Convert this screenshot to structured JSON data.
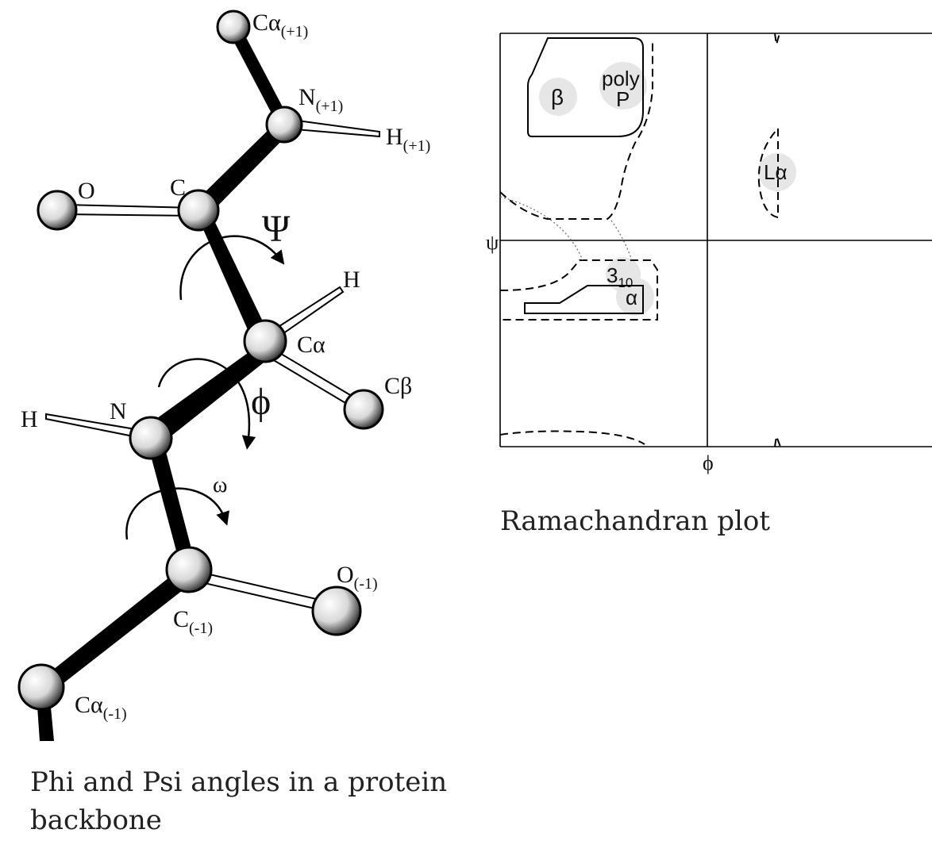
{
  "backbone": {
    "atoms": {
      "ca_next": "Cα",
      "ca_next_sub": "(+1)",
      "n_next": "N",
      "n_next_sub": "(+1)",
      "h_next": "H",
      "h_next_sub": "(+1)",
      "o": "O",
      "c": "C",
      "h_alpha": "H",
      "ca": "Cα",
      "cb": "Cβ",
      "h_n": "H",
      "n": "N",
      "o_prev": "O",
      "o_prev_sub": "(-1)",
      "c_prev": "C",
      "c_prev_sub": "(-1)",
      "ca_prev": "Cα",
      "ca_prev_sub": "(-1)"
    },
    "angles": {
      "psi": "Ψ",
      "phi": "ϕ",
      "omega": "ω"
    },
    "caption": "Phi and Psi angles in a protein backbone"
  },
  "ramachandran": {
    "axis_y": "ψ",
    "axis_x": "ϕ",
    "regions": {
      "beta": "β",
      "poly_1": "poly",
      "poly_2": "P",
      "l_alpha": "Lα",
      "three10": "3",
      "three10_sub": "10",
      "alpha": "α"
    },
    "caption": "Ramachandran plot"
  }
}
